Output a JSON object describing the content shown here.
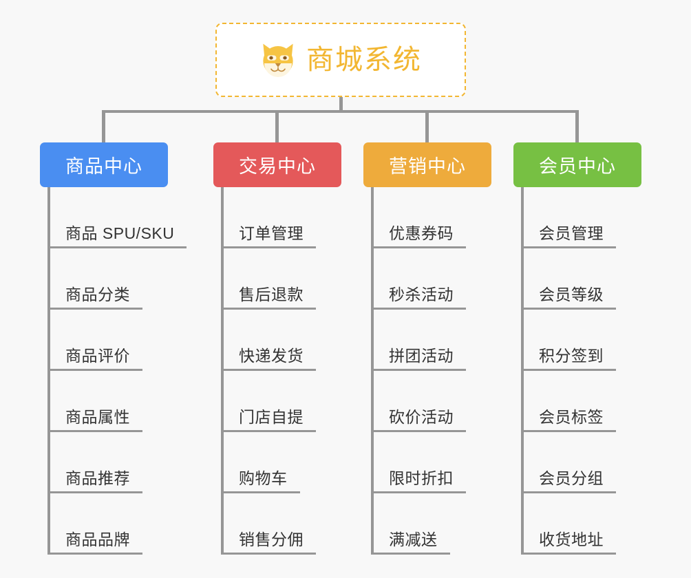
{
  "background_color": "#f8f8f8",
  "root": {
    "icon": "shiba-dog-face-emoji",
    "title": "商城系统",
    "text_color": "#f2b631",
    "border_color": "#f2b631",
    "fill_color": "#ffffff"
  },
  "connector_color": "#969696",
  "columns": [
    {
      "id": "product-center",
      "label": "商品中心",
      "color": "#4a8ef1",
      "items": [
        "商品 SPU/SKU",
        "商品分类",
        "商品评价",
        "商品属性",
        "商品推荐",
        "商品品牌"
      ]
    },
    {
      "id": "trade-center",
      "label": "交易中心",
      "color": "#e4595a",
      "items": [
        "订单管理",
        "售后退款",
        "快递发货",
        "门店自提",
        "购物车",
        "销售分佣"
      ]
    },
    {
      "id": "marketing-center",
      "label": "营销中心",
      "color": "#eeab3c",
      "items": [
        "优惠券码",
        "秒杀活动",
        "拼团活动",
        "砍价活动",
        "限时折扣",
        "满减送"
      ]
    },
    {
      "id": "member-center",
      "label": "会员中心",
      "color": "#77c043",
      "items": [
        "会员管理",
        "会员等级",
        "积分签到",
        "会员标签",
        "会员分组",
        "收货地址"
      ]
    }
  ]
}
